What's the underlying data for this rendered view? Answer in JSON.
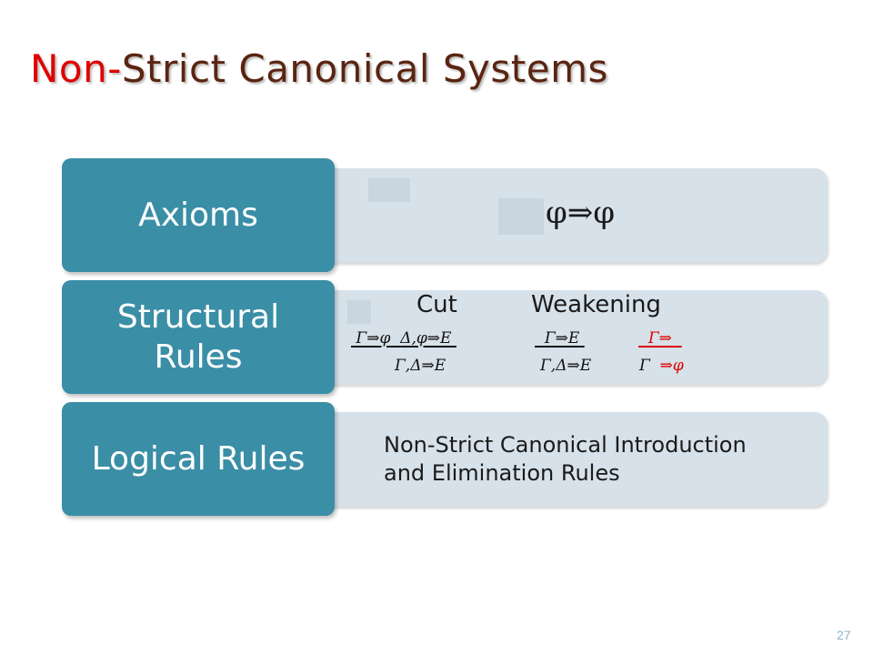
{
  "slide": {
    "title_part1": "Non-",
    "title_part2": "Strict Canonical Systems",
    "page_number": "27"
  },
  "rows": [
    {
      "label": "Axioms",
      "content": "φ⇒φ"
    },
    {
      "label": "Structural Rules",
      "heading_cut": "Cut",
      "heading_weakening": "Weakening",
      "cut_premise_left": "Γ⇒φ",
      "cut_premise_right": "Δ,φ⇒E",
      "cut_conclusion": "Γ,Δ⇒E",
      "weak1_premise": "Γ⇒E",
      "weak1_conclusion": "Γ,Δ⇒E",
      "weak2_premise": "Γ⇒",
      "weak2_conclusion_left": "Γ",
      "weak2_conclusion_right": "⇒φ"
    },
    {
      "label": "Logical Rules",
      "line1": "Non-Strict Canonical Introduction",
      "line2": "and  Elimination Rules"
    }
  ],
  "colors": {
    "title_red": "#e00000",
    "title_brown": "#5a2410",
    "label_teal": "#3a8ea6",
    "panel_gray": "#d6e1e9",
    "rule_red": "#e00000"
  }
}
